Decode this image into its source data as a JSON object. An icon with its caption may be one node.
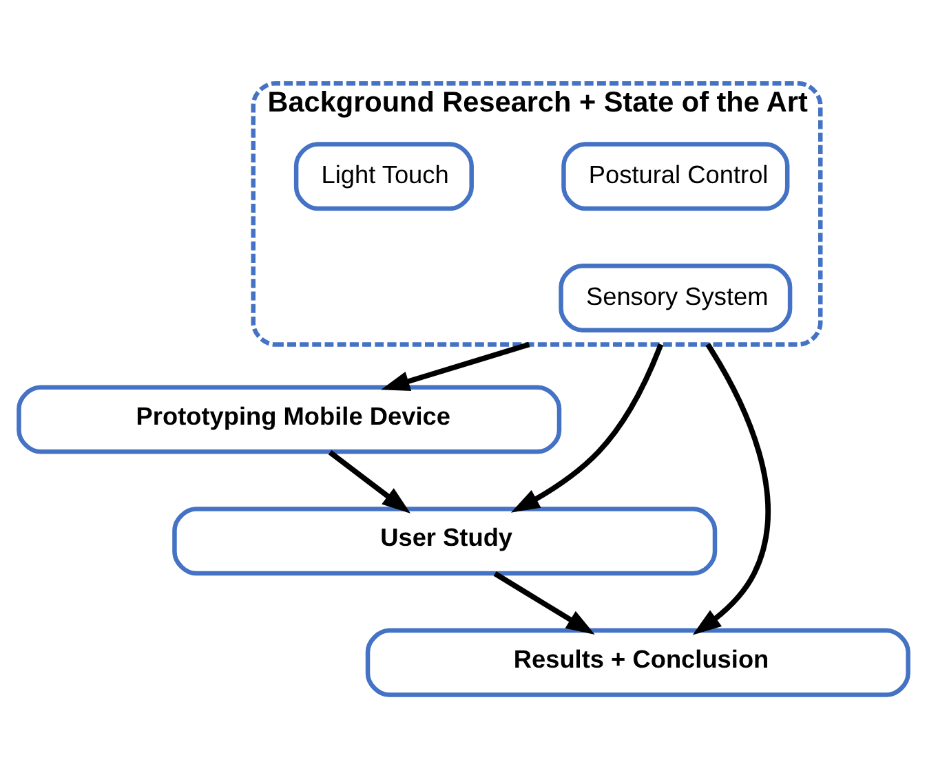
{
  "diagram": {
    "nodes": [
      {
        "text": [
          "Background Research + State of the Art"
        ]
      },
      {
        "text": [
          "Postural Control"
        ],
        "in": 0
      },
      {
        "text": [
          "Light Touch"
        ],
        "in": 0
      },
      {
        "text": [
          "Sensory System"
        ],
        "in": 0
      },
      {
        "text": [
          "Prototyping Mobile Device"
        ]
      },
      {
        "text": [
          "User Study"
        ]
      },
      {
        "text": [
          "Results + Conclusion"
        ]
      }
    ],
    "edges": [
      {
        "from": 0,
        "to": 6,
        "arrow": "to"
      },
      {
        "from": 0,
        "to": 5,
        "arrow": "to"
      },
      {
        "from": 0,
        "to": 4,
        "arrow": "to"
      },
      {
        "from": 4,
        "to": 5,
        "arrow": "to"
      },
      {
        "from": 5,
        "to": 6,
        "arrow": "to"
      }
    ]
  }
}
